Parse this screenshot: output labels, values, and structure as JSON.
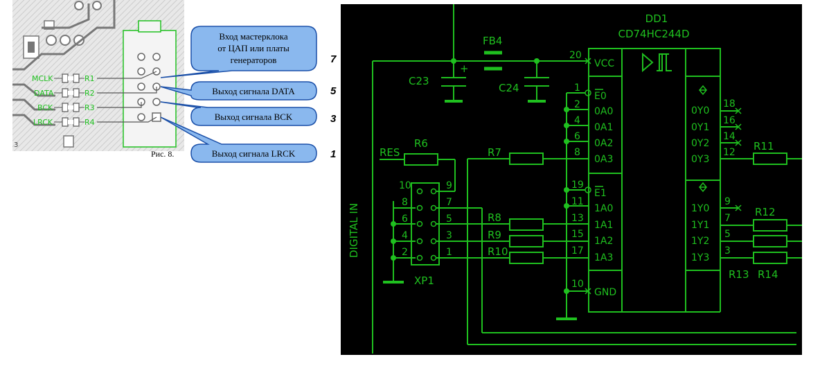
{
  "pcb": {
    "labels": [
      "MCLK",
      "DATA",
      "BCK",
      "LRCK"
    ],
    "resistors": [
      "R1",
      "R2",
      "R3",
      "R4"
    ],
    "corner_mark": "3",
    "caption": "Рис. 8."
  },
  "callouts": [
    {
      "lines": [
        "Вход мастерклока",
        "от ЦАП или платы",
        "генераторов"
      ],
      "number": "7"
    },
    {
      "lines": [
        "Выход сигнала DATA"
      ],
      "number": "5"
    },
    {
      "lines": [
        "Выход сигнала BCK"
      ],
      "number": "3"
    },
    {
      "lines": [
        "Выход сигнала LRCK"
      ],
      "number": "1"
    }
  ],
  "schematic": {
    "chip_name": "DD1",
    "chip_part": "CD74HC244D",
    "vcc": {
      "pin": "20",
      "label": "VCC"
    },
    "gnd": {
      "pin": "10",
      "label": "GND"
    },
    "left_pins": [
      {
        "num": "1",
        "name": "E0"
      },
      {
        "num": "2",
        "name": "0A0"
      },
      {
        "num": "4",
        "name": "0A1"
      },
      {
        "num": "6",
        "name": "0A2"
      },
      {
        "num": "8",
        "name": "0A3"
      },
      {
        "num": "19",
        "name": "E1"
      },
      {
        "num": "11",
        "name": "1A0"
      },
      {
        "num": "13",
        "name": "1A1"
      },
      {
        "num": "15",
        "name": "1A2"
      },
      {
        "num": "17",
        "name": "1A3"
      }
    ],
    "right_pins": [
      {
        "num": "18",
        "name": "0Y0"
      },
      {
        "num": "16",
        "name": "0Y1"
      },
      {
        "num": "14",
        "name": "0Y2"
      },
      {
        "num": "12",
        "name": "0Y3"
      },
      {
        "num": "9",
        "name": "1Y0"
      },
      {
        "num": "7",
        "name": "1Y1"
      },
      {
        "num": "5",
        "name": "1Y2"
      },
      {
        "num": "3",
        "name": "1Y3"
      }
    ],
    "components": {
      "fb4": "FB4",
      "c23": "C23",
      "c24": "C24",
      "plus": "+",
      "res": "RES",
      "r6": "R6",
      "r7": "R7",
      "r8": "R8",
      "r9": "R9",
      "r10": "R10",
      "r11": "R11",
      "r12": "R12",
      "r13": "R13",
      "r14": "R14",
      "xp1": "XP1",
      "digital_in": "DIGITAL IN"
    },
    "connector_pins": {
      "left": [
        "8",
        "6",
        "4",
        "2"
      ],
      "right": [
        "7",
        "5",
        "3",
        "1"
      ],
      "top_left": "10",
      "top_right": "9"
    }
  }
}
